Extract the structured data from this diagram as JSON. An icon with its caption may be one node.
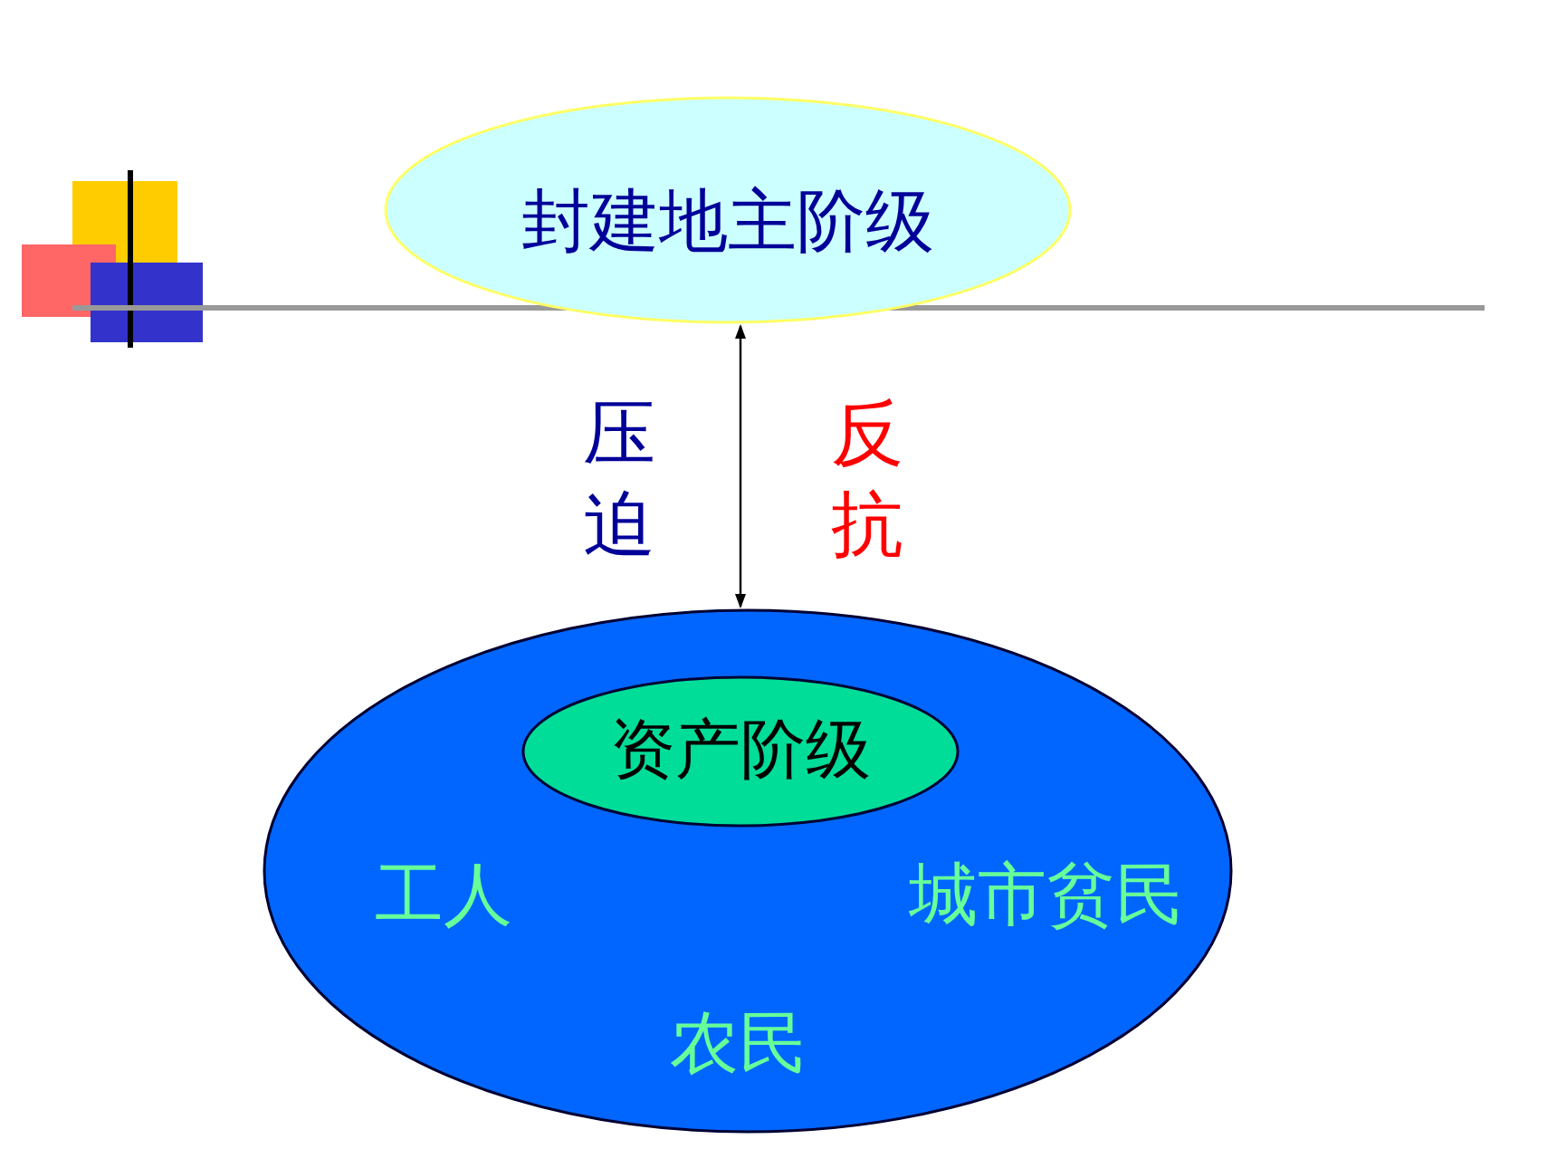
{
  "diagram": {
    "nodes": [
      {
        "text": [
          "封建地主阶级"
        ]
      },
      {
        "text": [
          "工人",
          "城市贫民",
          "农民"
        ]
      },
      {
        "text": [
          "资产阶级"
        ],
        "in": 1
      }
    ],
    "edges": [
      {
        "from": 0,
        "to": 1,
        "arrow": "both"
      }
    ],
    "labels": [
      "压迫",
      "反抗"
    ]
  }
}
